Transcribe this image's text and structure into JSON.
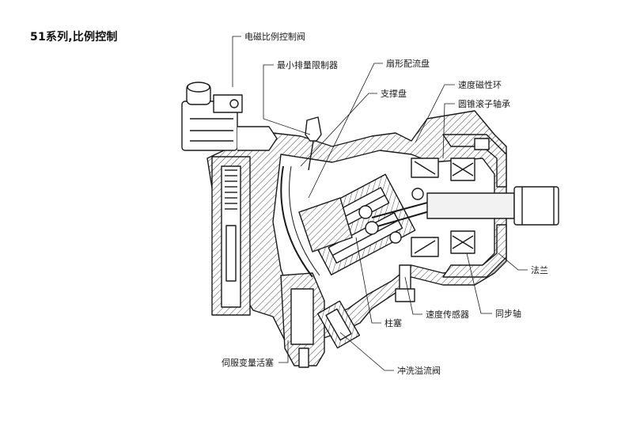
{
  "title": "51系列,比例控制",
  "labels": {
    "solenoid_valve": "电磁比例控制阀",
    "min_displacement_limiter": "最小排量限制器",
    "sector_port_plate": "扇形配流盘",
    "support_plate": "支撑盘",
    "speed_ring": "速度磁性环",
    "tapered_roller_bearing": "圆锥滚子轴承",
    "flange": "法兰",
    "sync_shaft": "同步轴",
    "speed_sensor": "速度传感器",
    "piston": "柱塞",
    "servo_piston": "伺服变量活塞",
    "flush_valve": "冲洗溢流阀"
  },
  "colors": {
    "line": "#1a1a1a",
    "housing_fill": "#dcdcdc",
    "shaft_fill": "#f2f2f2"
  }
}
